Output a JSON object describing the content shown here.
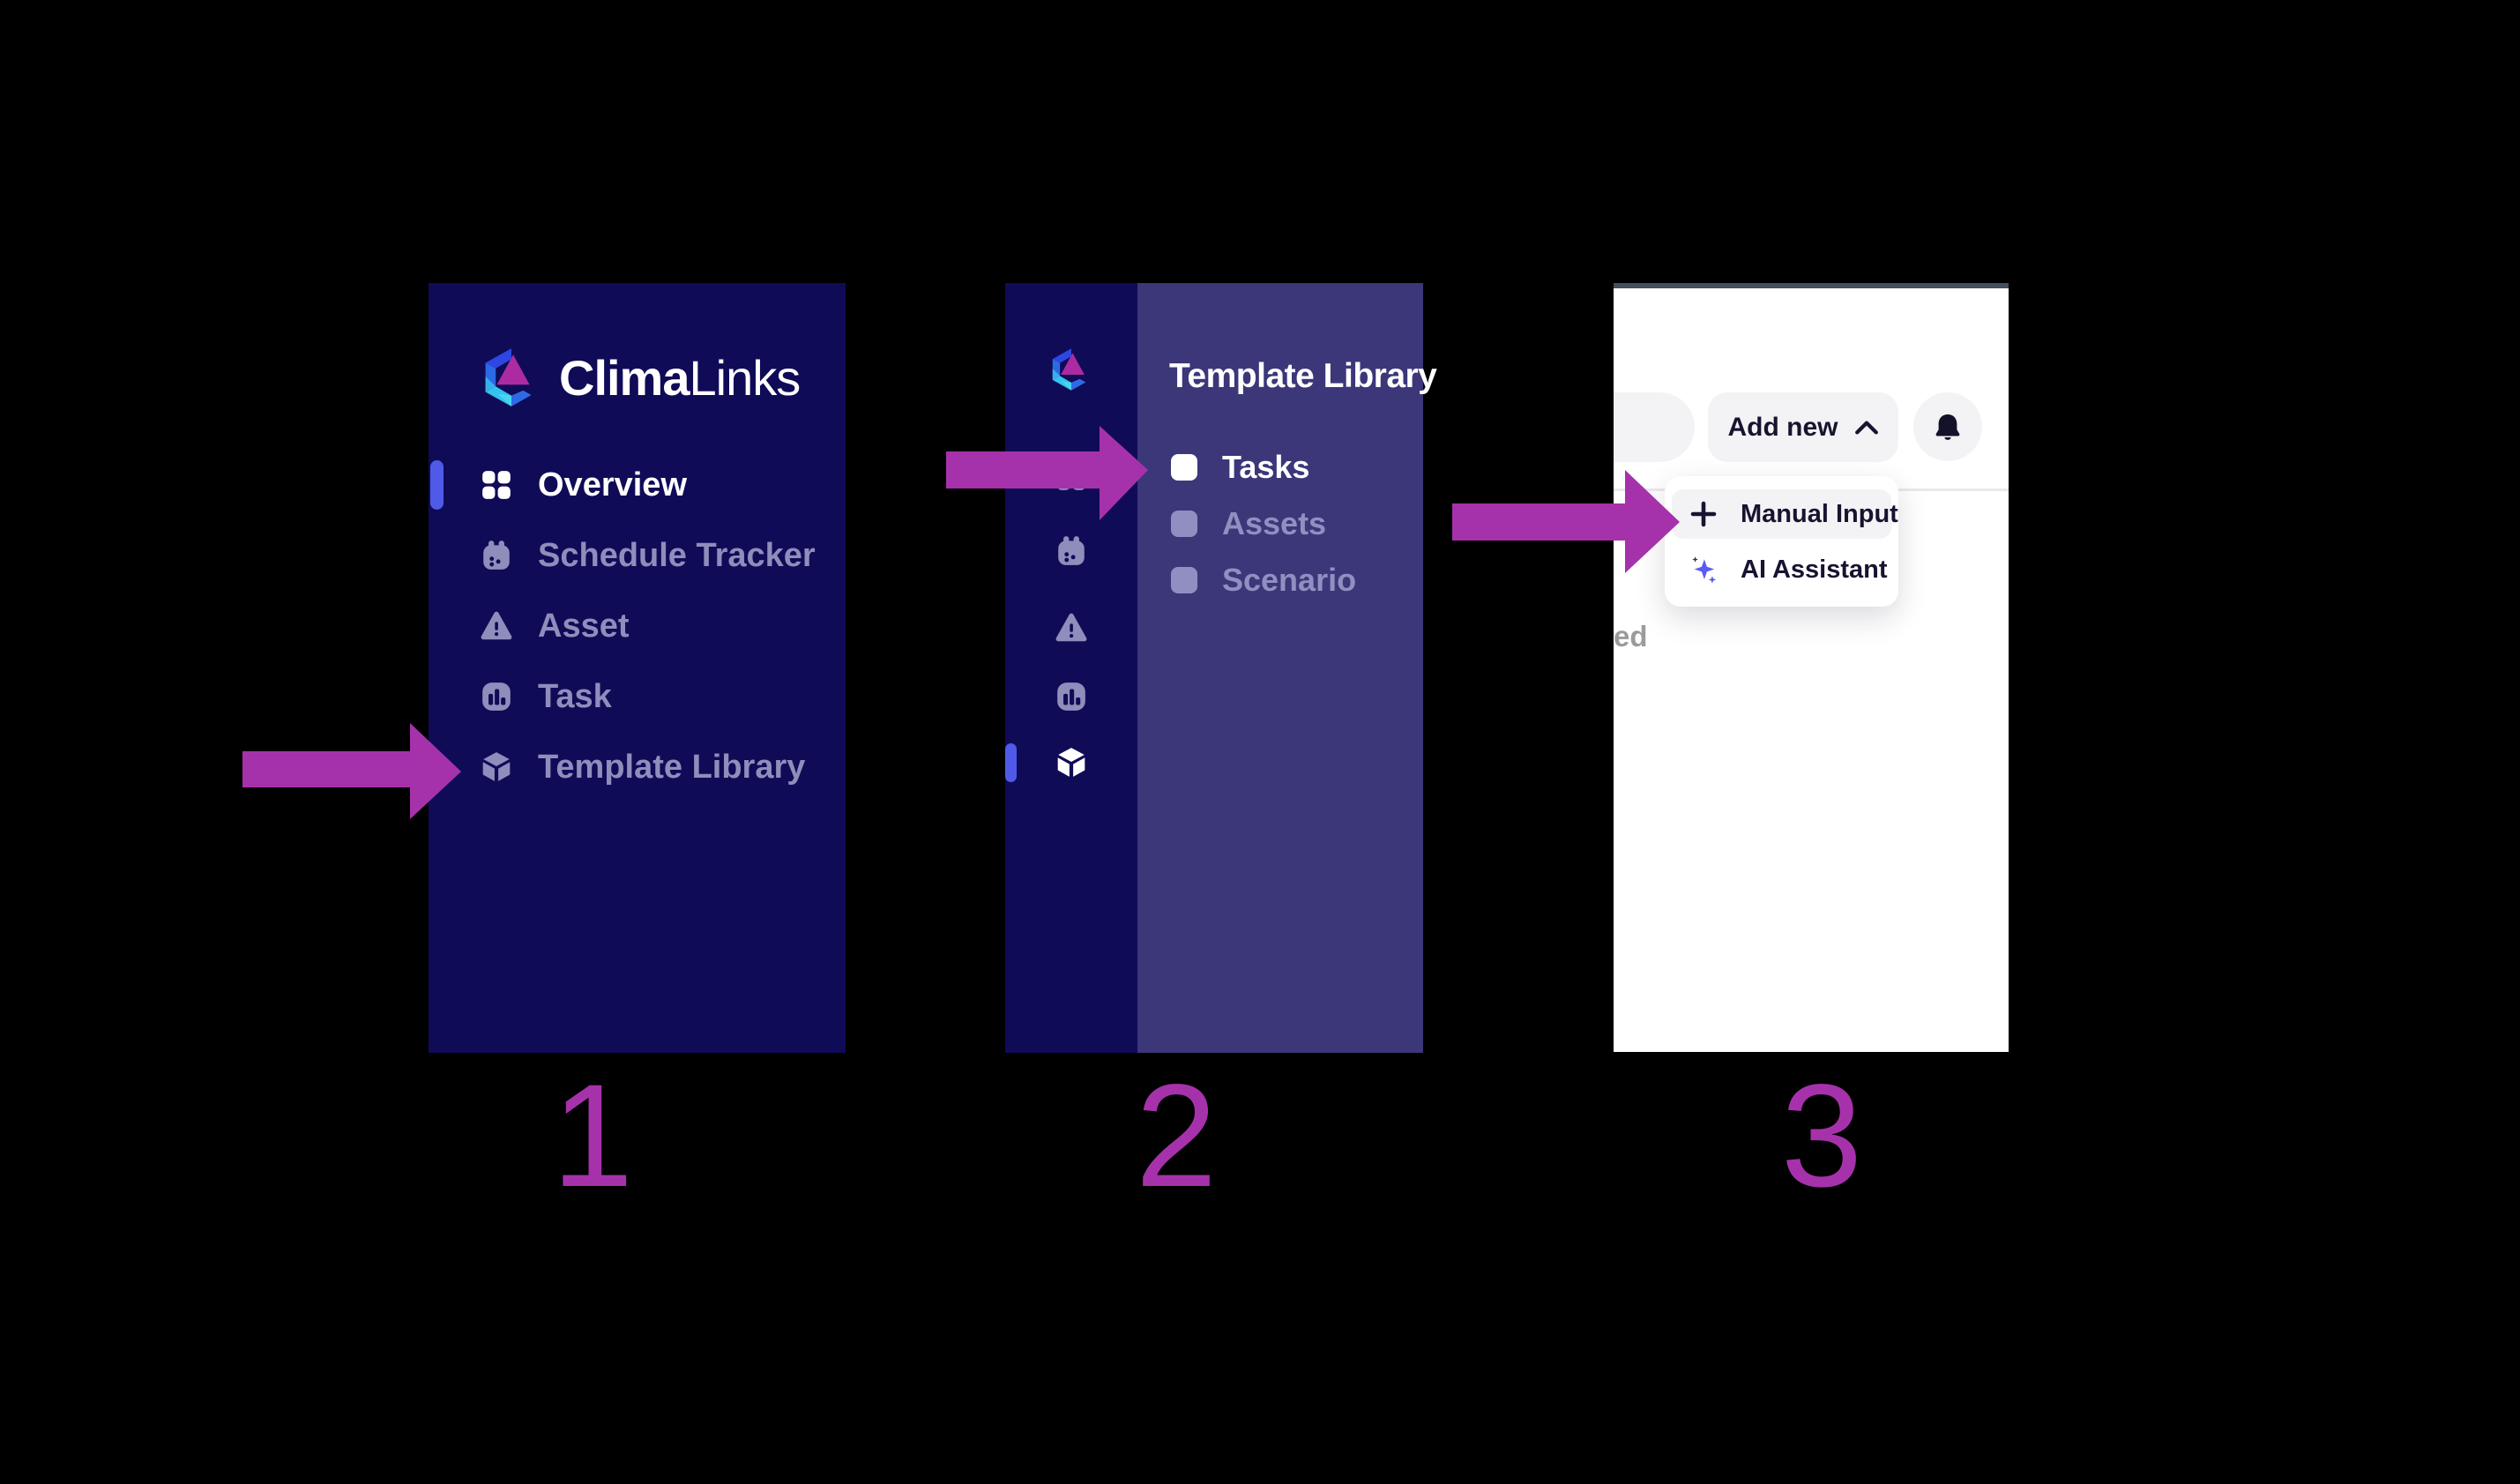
{
  "brand": {
    "name_bold": "Clima",
    "name_light": "Links"
  },
  "colors": {
    "annotation_magenta": "#a632ab",
    "sidebar_navy": "#100b57",
    "submenu_purple": "#3b3779",
    "active_indicator_blue": "#4f5be8",
    "sparkle_blue": "#5a5bf2",
    "muted_lavender": "#8f8dbb",
    "panel3_topline": "#42505d"
  },
  "step1": {
    "number": "1",
    "sidebar_items": [
      {
        "label": "Overview",
        "icon": "grid-icon",
        "active": true
      },
      {
        "label": "Schedule Tracker",
        "icon": "calendar-icon",
        "active": false
      },
      {
        "label": "Asset",
        "icon": "warning-triangle-icon",
        "active": false
      },
      {
        "label": "Task",
        "icon": "bar-chart-icon",
        "active": false
      },
      {
        "label": "Template Library",
        "icon": "cube-icon",
        "active": false
      }
    ]
  },
  "step2": {
    "number": "2",
    "submenu_title": "Template Library",
    "submenu_items": [
      {
        "label": "Tasks",
        "active": true
      },
      {
        "label": "Assets",
        "active": false
      },
      {
        "label": "Scenario",
        "active": false
      }
    ]
  },
  "step3": {
    "number": "3",
    "add_new_label": "Add new",
    "dropdown_items": [
      {
        "label": "Manual Input",
        "icon": "plus-icon"
      },
      {
        "label": "AI Assistant",
        "icon": "sparkles-icon"
      }
    ],
    "partial_text": "ed"
  }
}
